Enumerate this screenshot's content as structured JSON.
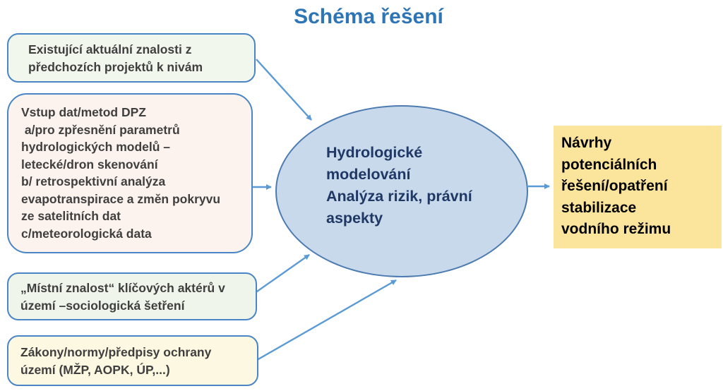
{
  "title": "Schéma řešení",
  "colors": {
    "title_text": "#2e75b6",
    "arrow": "#5b9bd5",
    "input_box_border": "#4a86c6",
    "input_box_text": "#3f3f3f",
    "box1_fill": "#f2f7ee",
    "box2_fill": "#fcf3ee",
    "box3_fill": "#eff5ea",
    "box4_fill": "#fdf8e2",
    "ellipse_fill": "#c8d9ec",
    "ellipse_border": "#4c7bb0",
    "ellipse_text": "#1f3864",
    "output_fill": "#fbe49b",
    "output_text": "#000000"
  },
  "input_boxes": [
    {
      "text": "Existující aktuální znalosti z\npředchozích projektů k nivám"
    },
    {
      "text": "Vstup dat/metod DPZ\n a/pro zpřesnění parametrů\nhydrologických modelů –\nletecké/dron skenování\nb/ retrospektivní analýza\nevapotranspirace a změn pokryvu\nze satelitních dat\nc/meteorologická data"
    },
    {
      "text": "„Místní znalost“ klíčových aktérů v\núzemí –sociologická šetření"
    },
    {
      "text": "Zákony/normy/předpisy ochrany\núzemí (MŽP, AOPK, ÚP,...)"
    }
  ],
  "process_ellipse": {
    "text": "Hydrologické\nmodelování\nAnalýza rizik, právní\naspekty"
  },
  "output_box": {
    "text": "Návrhy\npotenciálních\nřešení/opatření\nstabilizace\nvodního režimu"
  },
  "connections": [
    {
      "from": "input-box-existing-knowledge",
      "to": "process-ellipse"
    },
    {
      "from": "input-box-data-methods-dpz",
      "to": "process-ellipse"
    },
    {
      "from": "input-box-local-knowledge",
      "to": "process-ellipse"
    },
    {
      "from": "input-box-laws-norms",
      "to": "process-ellipse"
    },
    {
      "from": "process-ellipse",
      "to": "output-box"
    }
  ]
}
